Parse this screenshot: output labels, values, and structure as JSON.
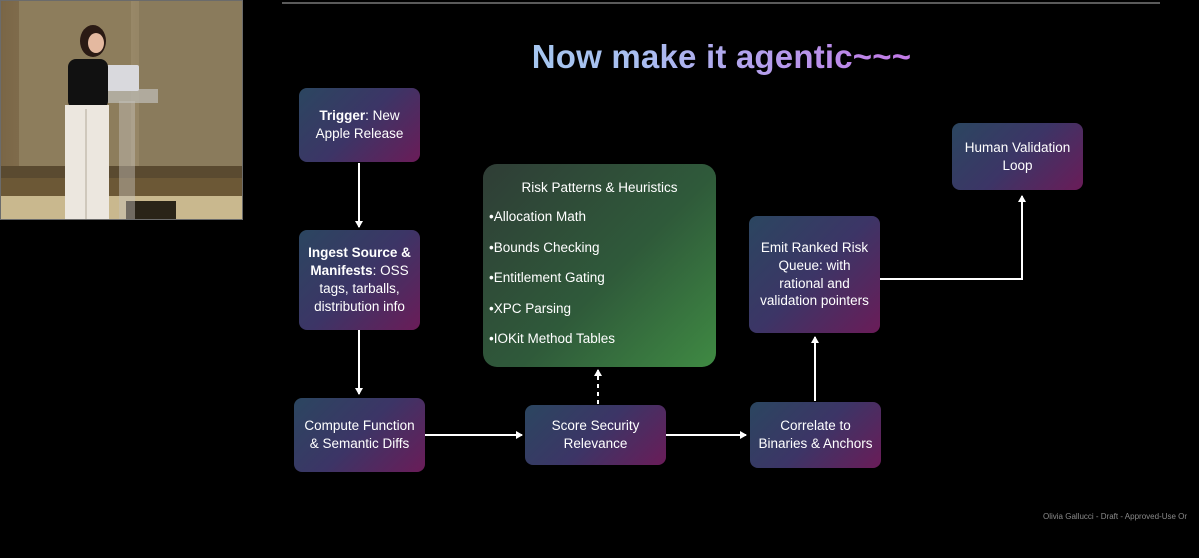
{
  "slide": {
    "title": "Now make it agentic~~~",
    "footer": "Olivia Gallucci - Draft - Approved-Use Or"
  },
  "nodes": {
    "trigger": {
      "bold": "Trigger",
      "text": ": New Apple Release"
    },
    "ingest": {
      "bold": "Ingest Source & Manifests",
      "text": ": OSS tags, tarballs, distribution info"
    },
    "compute": {
      "text": "Compute Function & Semantic Diffs"
    },
    "score": {
      "text": "Score Security Relevance"
    },
    "correlate": {
      "text": "Correlate to Binaries & Anchors"
    },
    "emit": {
      "text": "Emit Ranked Risk Queue: with rational and validation pointers"
    },
    "human": {
      "text": "Human Validation Loop"
    }
  },
  "risk_patterns": {
    "title": "Risk Patterns & Heuristics",
    "items": [
      "•Allocation Math",
      "•Bounds Checking",
      "•Entitlement Gating",
      "•XPC Parsing",
      "•IOKit Method Tables"
    ]
  },
  "colors": {
    "box_gradient": [
      "#2b4660",
      "#3c3566",
      "#6a1c58"
    ],
    "risk_gradient": [
      "#2f3d36",
      "#2f5a3a",
      "#3f8a43"
    ],
    "title_gradient": [
      "#9fd6ee",
      "#c07ee8",
      "#e050cc"
    ]
  }
}
